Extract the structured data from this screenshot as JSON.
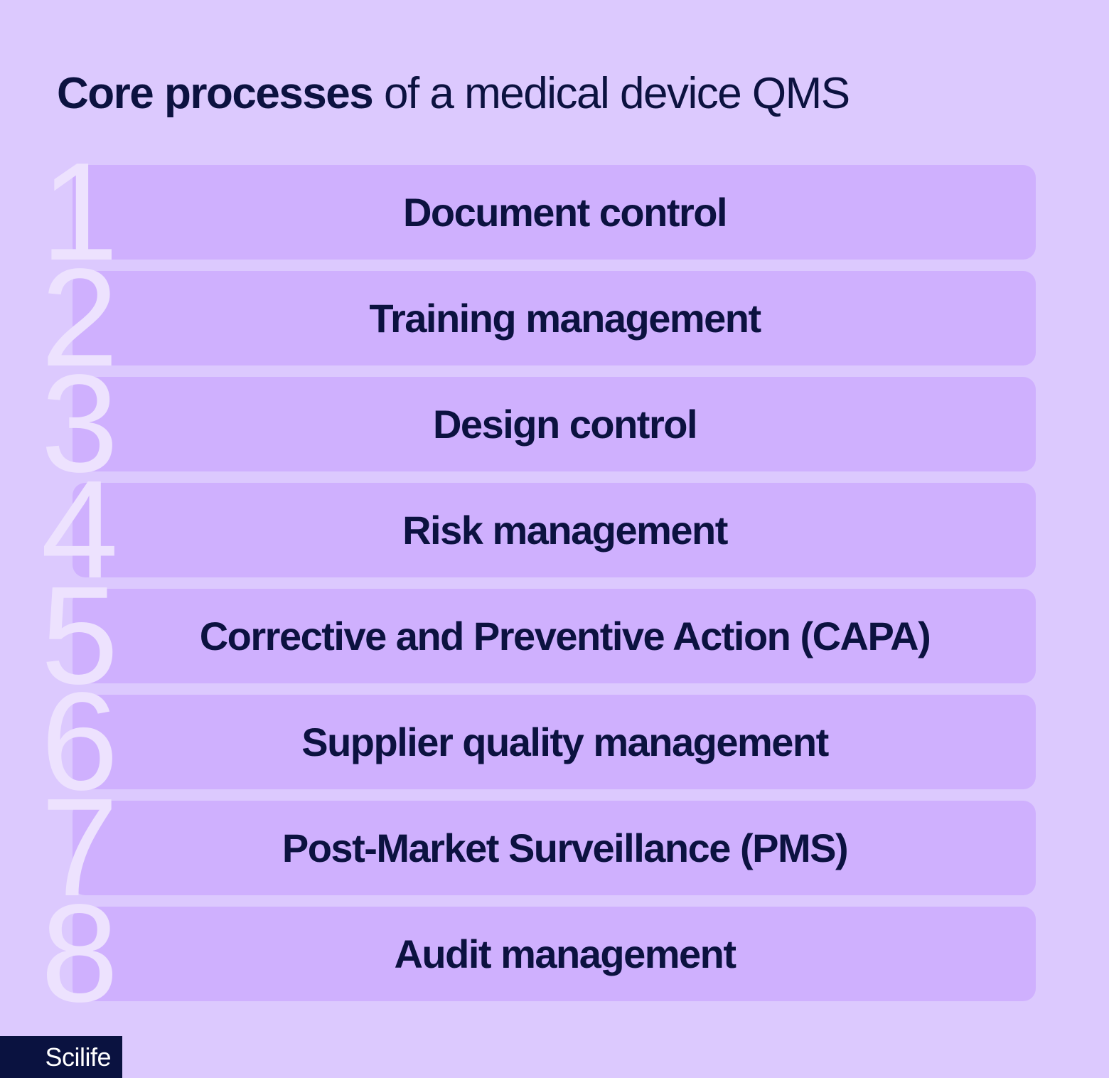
{
  "header": {
    "title_bold": "Core processes",
    "title_rest": " of a medical device QMS"
  },
  "items": [
    {
      "number": "1",
      "label": "Document control"
    },
    {
      "number": "2",
      "label": "Training management"
    },
    {
      "number": "3",
      "label": "Design control"
    },
    {
      "number": "4",
      "label": "Risk management"
    },
    {
      "number": "5",
      "label": "Corrective and Preventive Action (CAPA)"
    },
    {
      "number": "6",
      "label": "Supplier quality management"
    },
    {
      "number": "7",
      "label": "Post-Market Surveillance (PMS)"
    },
    {
      "number": "8",
      "label": "Audit management"
    }
  ],
  "brand": {
    "logo_text": "Scilife"
  },
  "colors": {
    "background": "#dcc9fe",
    "bar": "#cfb0fe",
    "numeral": "#ede2fe",
    "text": "#0c1240",
    "logo_bg": "#0a1240"
  }
}
